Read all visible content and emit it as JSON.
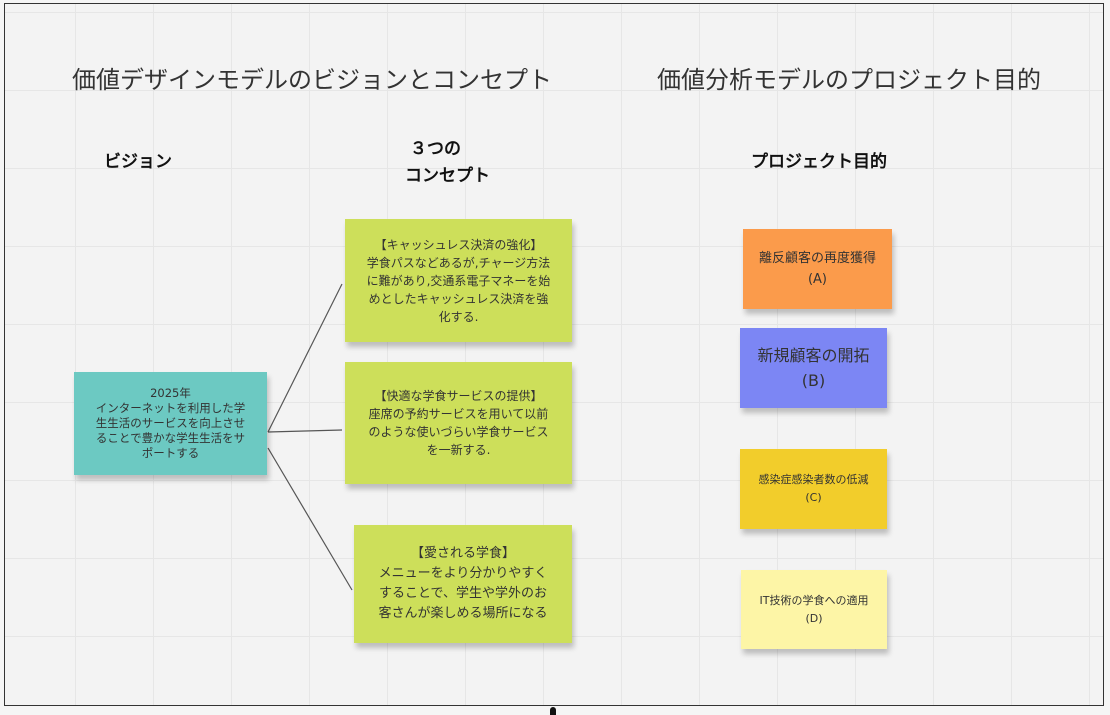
{
  "left_title": "価値デザインモデルのビジョンとコンセプト",
  "right_title": "価値分析モデルのプロジェクト目的",
  "headings": {
    "vision": "ビジョン",
    "concepts_line1": "３つの",
    "concepts_line2": "コンセプト",
    "project_goal": "プロジェクト目的"
  },
  "vision_note": {
    "line1": "2025年",
    "line2": "インターネットを利用した学",
    "line3": "生生活のサービスを向上させ",
    "line4": "ることで豊かな学生生活をサ",
    "line5": "ポートする"
  },
  "concepts": [
    {
      "line1": "【キャッシュレス決済の強化】",
      "line2": "学食パスなどあるが,チャージ方法",
      "line3": "に難があり,交通系電子マネーを始",
      "line4": "めとしたキャッシュレス決済を強",
      "line5": "化する."
    },
    {
      "line1": "【快適な学食サービスの提供】",
      "line2": "座席の予約サービスを用いて以前",
      "line3": "のような使いづらい学食サービス",
      "line4": "を一新する."
    },
    {
      "line1": "【愛される学食】",
      "line2": "メニューをより分かりやすく",
      "line3": "することで、学生や学外のお",
      "line4": "客さんが楽しめる場所になる"
    }
  ],
  "goals": [
    {
      "label": "離反顧客の再度獲得",
      "code": "(A)"
    },
    {
      "label": "新規顧客の開拓",
      "code": "(B)"
    },
    {
      "label": "感染症感染者数の低減",
      "code": "(C)"
    },
    {
      "label": "IT技術の学食への適用",
      "code": "(D)"
    }
  ],
  "colors": {
    "green": "#cddf5a",
    "teal": "#6cc9c2",
    "orange": "#fb9b4b",
    "blue": "#7c86f4",
    "yellow": "#f2cd2b",
    "pale_yellow": "#fdf5a6"
  }
}
